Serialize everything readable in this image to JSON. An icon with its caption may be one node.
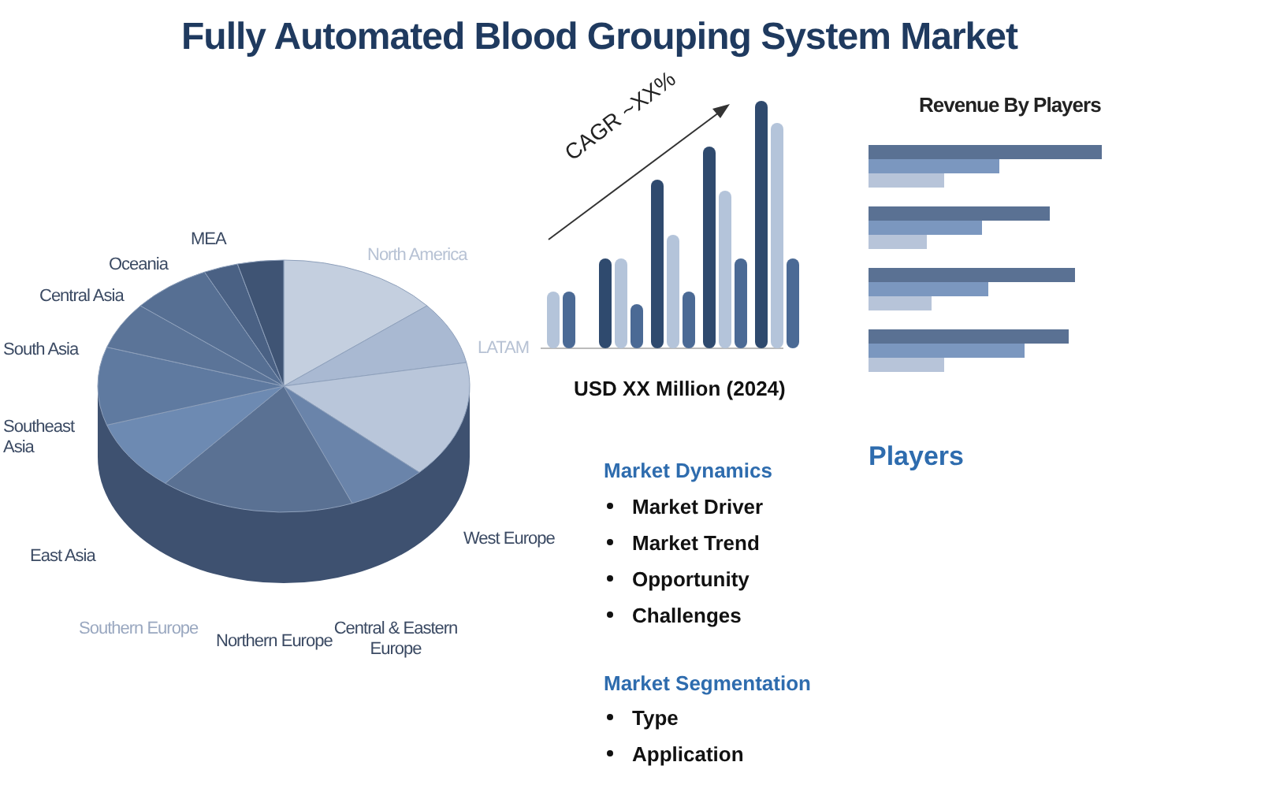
{
  "diagram": {
    "title": "Fully Automated Blood Grouping System Market",
    "labels": [
      "CAGR ~XX%",
      "Revenue By Players",
      "MEA",
      "Oceania",
      "North America",
      "Central Asia",
      "South Asia",
      "LATAM",
      "Southeast Asia",
      "USD XX Million (2024)",
      "Market Dynamics",
      "Market Driver",
      "Market Trend",
      "Opportunity",
      "Challenges",
      "West Europe",
      "East Asia",
      "Southern Europe",
      "Northern Europe",
      "Central & Eastern Europe",
      "Market Segmentation",
      "Type",
      "Application",
      "Players"
    ]
  }
}
